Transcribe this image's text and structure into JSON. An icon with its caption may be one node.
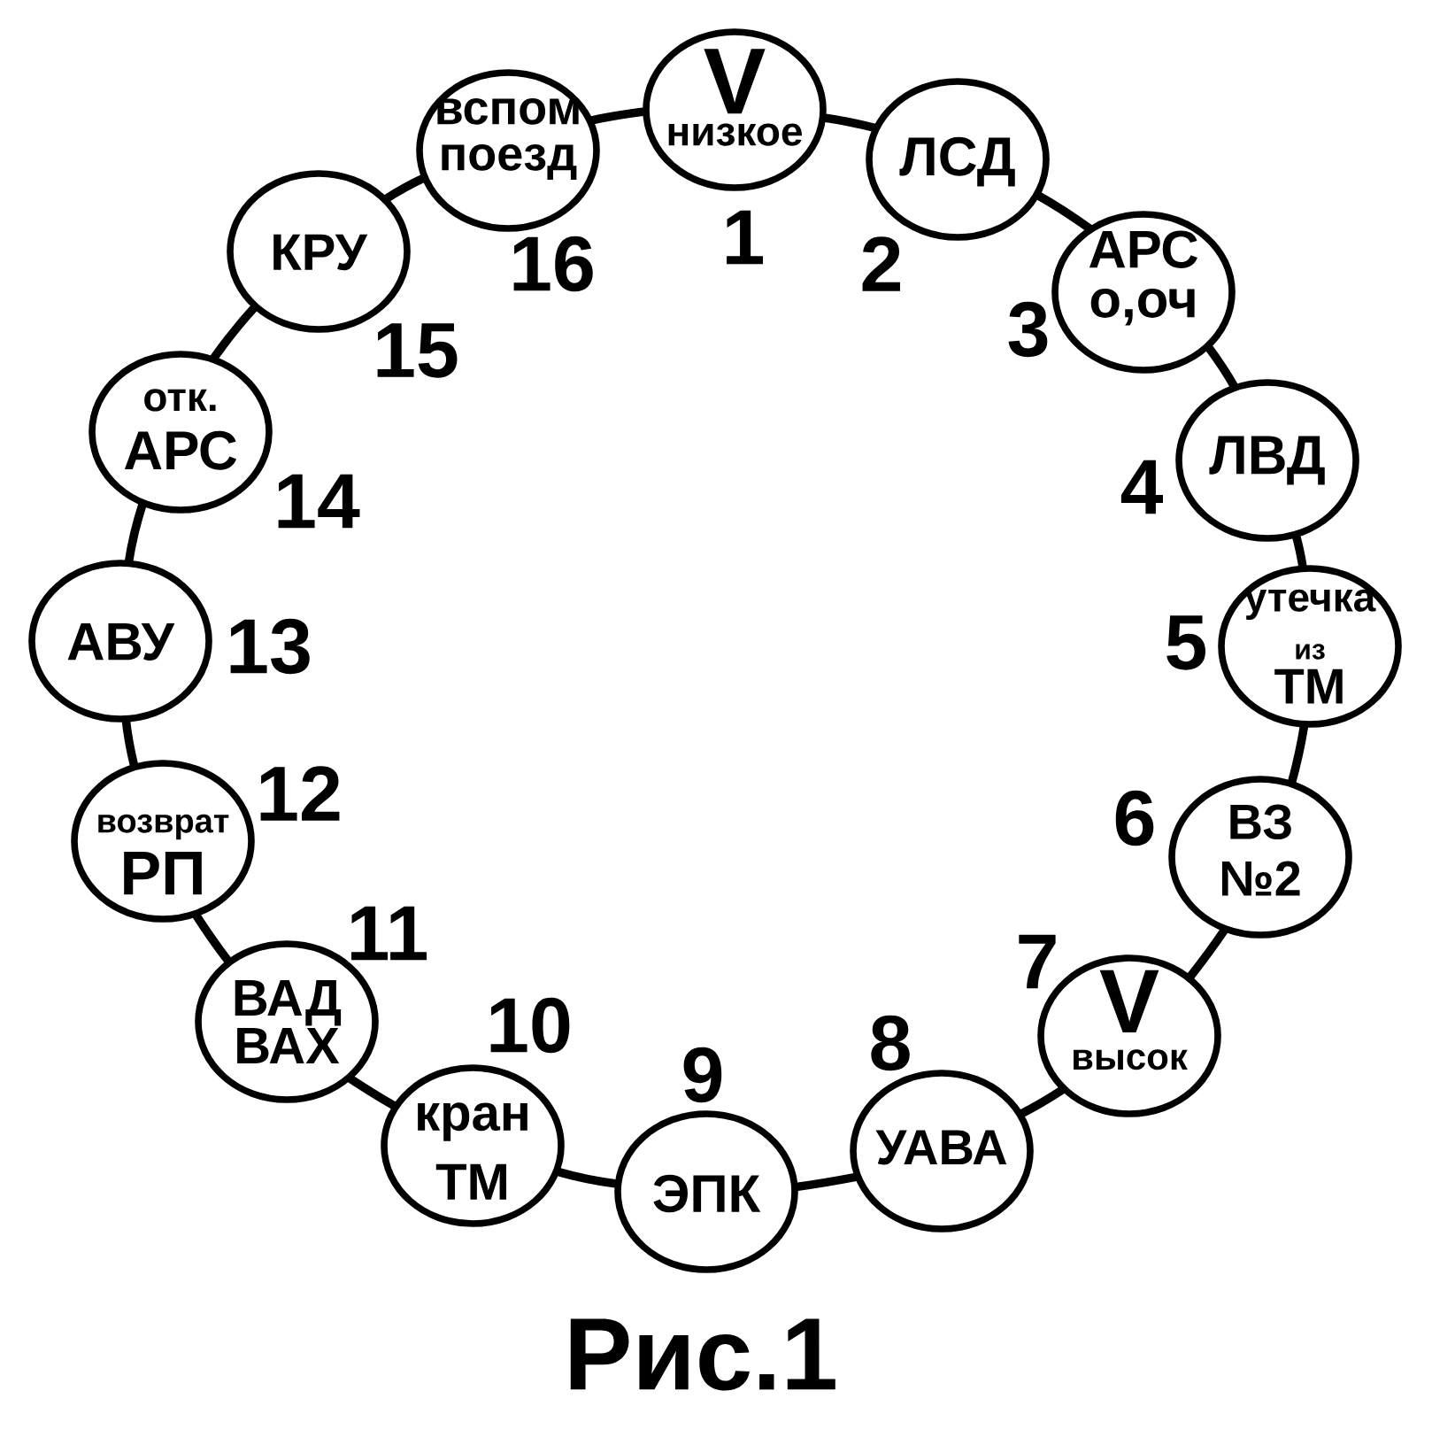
{
  "diagram": {
    "caption": "Рис.1",
    "nodes": [
      {
        "text": [
          "V",
          "низкое"
        ],
        "beside": [
          "1"
        ]
      },
      {
        "text": [
          "ЛСД"
        ],
        "beside": [
          "2"
        ]
      },
      {
        "text": [
          "АРС о,оч"
        ],
        "beside": [
          "3"
        ]
      },
      {
        "text": [
          "ЛВД"
        ],
        "beside": [
          "4"
        ]
      },
      {
        "text": [
          "утечка",
          "из",
          "ТМ"
        ],
        "beside": [
          "5"
        ]
      },
      {
        "text": [
          "ВЗ №2"
        ],
        "beside": [
          "6"
        ]
      },
      {
        "text": [
          "V",
          "высок"
        ],
        "beside": [
          "7"
        ]
      },
      {
        "text": [
          "УАВА"
        ],
        "beside": [
          "8"
        ]
      },
      {
        "text": [
          "ЭПК"
        ],
        "beside": [
          "9"
        ]
      },
      {
        "text": [
          "кран ТМ"
        ],
        "beside": [
          "10"
        ]
      },
      {
        "text": [
          "ВАД ВАХ"
        ],
        "beside": [
          "11"
        ]
      },
      {
        "text": [
          "возврат",
          "РП"
        ],
        "beside": [
          "12"
        ]
      },
      {
        "text": [
          "АВУ"
        ],
        "beside": [
          "13"
        ]
      },
      {
        "text": [
          "отк.",
          "АРС"
        ],
        "beside": [
          "14"
        ]
      },
      {
        "text": [
          "КРУ"
        ],
        "beside": [
          "15"
        ]
      },
      {
        "text": [
          "вспом поезд"
        ],
        "beside": [
          "16"
        ]
      }
    ],
    "edges": [
      {
        "from": 0,
        "to": 1,
        "arrow": "none"
      },
      {
        "from": 1,
        "to": 2,
        "arrow": "none"
      },
      {
        "from": 2,
        "to": 3,
        "arrow": "none"
      },
      {
        "from": 3,
        "to": 4,
        "arrow": "none"
      },
      {
        "from": 4,
        "to": 5,
        "arrow": "none"
      },
      {
        "from": 5,
        "to": 6,
        "arrow": "none"
      },
      {
        "from": 6,
        "to": 7,
        "arrow": "none"
      },
      {
        "from": 7,
        "to": 8,
        "arrow": "none"
      },
      {
        "from": 8,
        "to": 9,
        "arrow": "none"
      },
      {
        "from": 9,
        "to": 10,
        "arrow": "none"
      },
      {
        "from": 10,
        "to": 11,
        "arrow": "none"
      },
      {
        "from": 11,
        "to": 12,
        "arrow": "none"
      },
      {
        "from": 12,
        "to": 13,
        "arrow": "none"
      },
      {
        "from": 13,
        "to": 14,
        "arrow": "none"
      },
      {
        "from": 14,
        "to": 15,
        "arrow": "none"
      },
      {
        "from": 15,
        "to": 0,
        "arrow": "none"
      }
    ]
  }
}
